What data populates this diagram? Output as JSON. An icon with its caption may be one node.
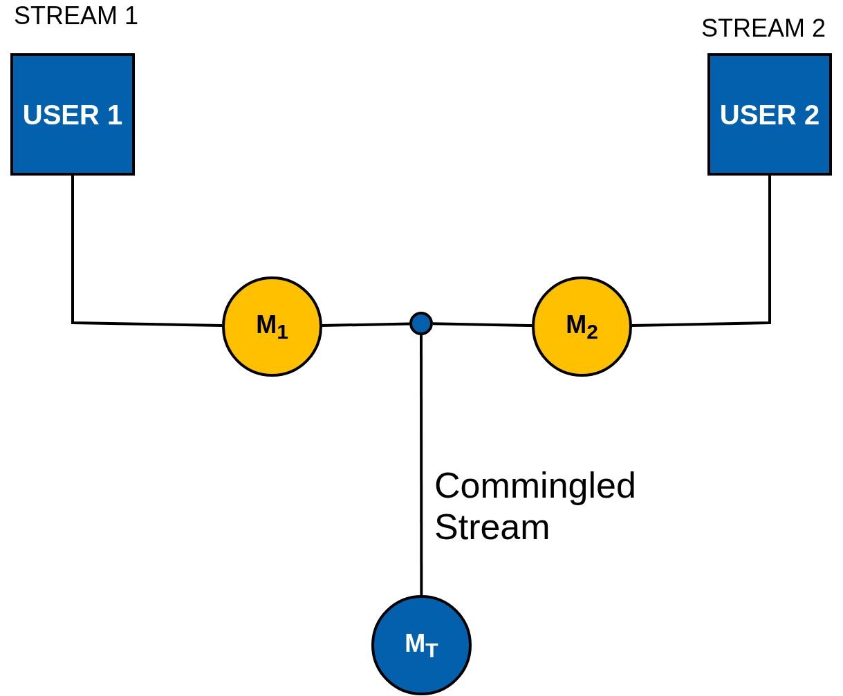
{
  "diagram": {
    "nodes": [
      {
        "text": [
          "USER 1"
        ],
        "beside": [
          "STREAM 1"
        ]
      },
      {
        "text": [
          "USER 2"
        ],
        "beside": [
          "STREAM 2"
        ]
      },
      {
        "text": [
          "M$_{1}$"
        ]
      },
      {
        "text": [],
        "shape": "circle"
      },
      {
        "text": [
          "M$_{2}$"
        ]
      },
      {
        "text": [
          "M$_{T}$"
        ]
      }
    ],
    "edges": [
      {
        "from": 0,
        "to": 2,
        "arrow": "none"
      },
      {
        "from": 2,
        "to": 3,
        "arrow": "none"
      },
      {
        "from": 1,
        "to": 4,
        "arrow": "none"
      },
      {
        "from": 4,
        "to": 3,
        "arrow": "none"
      },
      {
        "from": 3,
        "to": 5,
        "arrow": "none"
      }
    ],
    "labels": [
      "Commingled Stream"
    ]
  }
}
